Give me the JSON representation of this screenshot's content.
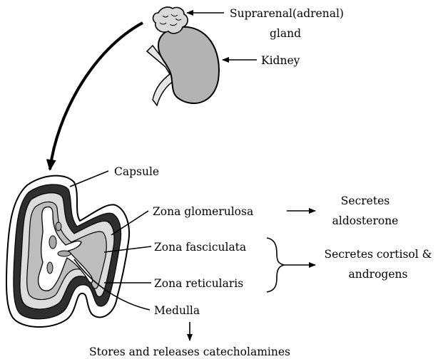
{
  "labels": {
    "suprarenal": "Suprarenal(adrenal)",
    "gland": "gland",
    "kidney": "Kidney",
    "capsule": "Capsule",
    "zona_glomerulosa": "Zona glomerulosa",
    "zona_fasciculata": "Zona fasciculata",
    "zona_reticularis": "Zona reticularis",
    "medulla": "Medulla",
    "secretes_line1": "Secretes",
    "aldosterone": "aldosterone",
    "cortisol_line1": "Secretes cortisol &",
    "androgens": "androgens",
    "catecholamines": "Stores and releases catecholamines"
  },
  "colors": {
    "organ_fill": "#b3b3b3",
    "cortex_fill": "#bdbdbd",
    "band": "#2e2e2e",
    "line": "#000000"
  }
}
